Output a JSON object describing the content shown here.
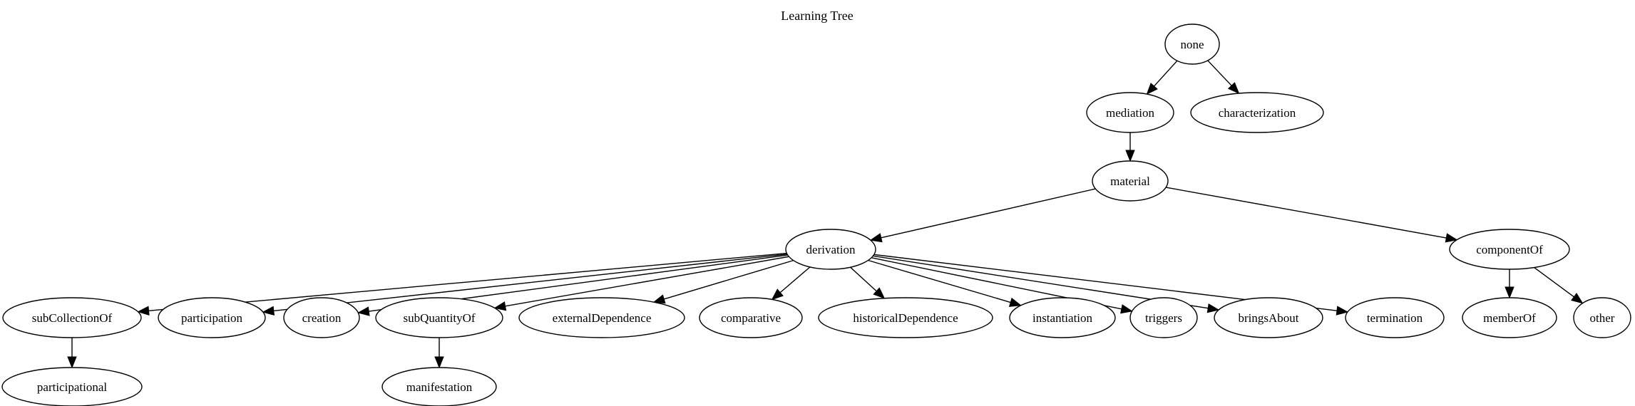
{
  "title": "Learning Tree",
  "nodes": [
    {
      "id": "none",
      "label": "none"
    },
    {
      "id": "mediation",
      "label": "mediation"
    },
    {
      "id": "characterization",
      "label": "characterization"
    },
    {
      "id": "material",
      "label": "material"
    },
    {
      "id": "derivation",
      "label": "derivation"
    },
    {
      "id": "componentOf",
      "label": "componentOf"
    },
    {
      "id": "subCollectionOf",
      "label": "subCollectionOf"
    },
    {
      "id": "participation",
      "label": "participation"
    },
    {
      "id": "creation",
      "label": "creation"
    },
    {
      "id": "subQuantityOf",
      "label": "subQuantityOf"
    },
    {
      "id": "externalDependence",
      "label": "externalDependence"
    },
    {
      "id": "comparative",
      "label": "comparative"
    },
    {
      "id": "historicalDependence",
      "label": "historicalDependence"
    },
    {
      "id": "instantiation",
      "label": "instantiation"
    },
    {
      "id": "triggers",
      "label": "triggers"
    },
    {
      "id": "bringsAbout",
      "label": "bringsAbout"
    },
    {
      "id": "termination",
      "label": "termination"
    },
    {
      "id": "memberOf",
      "label": "memberOf"
    },
    {
      "id": "other",
      "label": "other"
    },
    {
      "id": "participational",
      "label": "participational"
    },
    {
      "id": "manifestation",
      "label": "manifestation"
    }
  ],
  "edges": [
    {
      "from": "none",
      "to": "mediation"
    },
    {
      "from": "none",
      "to": "characterization"
    },
    {
      "from": "mediation",
      "to": "material"
    },
    {
      "from": "material",
      "to": "derivation"
    },
    {
      "from": "material",
      "to": "componentOf"
    },
    {
      "from": "derivation",
      "to": "subCollectionOf"
    },
    {
      "from": "derivation",
      "to": "participation"
    },
    {
      "from": "derivation",
      "to": "creation"
    },
    {
      "from": "derivation",
      "to": "subQuantityOf"
    },
    {
      "from": "derivation",
      "to": "externalDependence"
    },
    {
      "from": "derivation",
      "to": "comparative"
    },
    {
      "from": "derivation",
      "to": "historicalDependence"
    },
    {
      "from": "derivation",
      "to": "instantiation"
    },
    {
      "from": "derivation",
      "to": "triggers"
    },
    {
      "from": "derivation",
      "to": "bringsAbout"
    },
    {
      "from": "derivation",
      "to": "termination"
    },
    {
      "from": "componentOf",
      "to": "memberOf"
    },
    {
      "from": "componentOf",
      "to": "other"
    },
    {
      "from": "subCollectionOf",
      "to": "participational"
    },
    {
      "from": "subQuantityOf",
      "to": "manifestation"
    }
  ]
}
